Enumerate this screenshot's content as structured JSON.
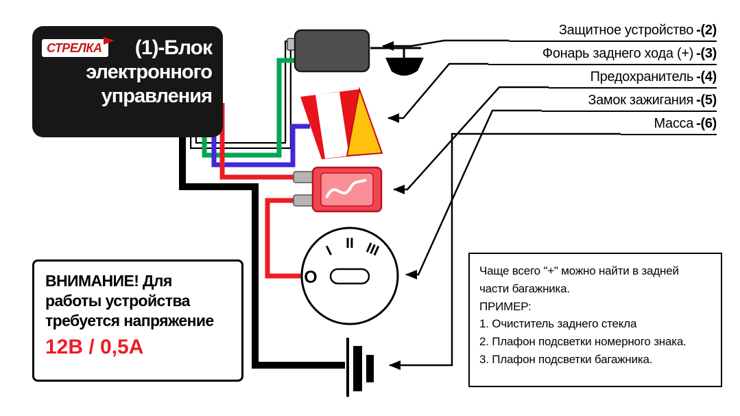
{
  "ecu_box": {
    "logo": "СТРЕЛКА",
    "title_lines": [
      "(1)-Блок",
      "электронного",
      "управления"
    ]
  },
  "labels": [
    {
      "name": "Защитное устройство",
      "ref": "-(2)"
    },
    {
      "name": "Фонарь заднего хода (+)",
      "ref": "-(3)"
    },
    {
      "name": "Предохранитель",
      "ref": "-(4)"
    },
    {
      "name": "Замок зажигания",
      "ref": "-(5)"
    },
    {
      "name": "Масса",
      "ref": "-(6)"
    }
  ],
  "warning_box": {
    "lines": [
      "ВНИМАНИЕ! Для",
      "работы устройства",
      "требуется напряжение"
    ],
    "highlight": "12В / 0,5А"
  },
  "info_box": {
    "lines": [
      "Чаще всего \"+\" можно найти в задней",
      "части багажника.",
      "ПРИМЕР:",
      "1. Очиститель заднего стекла",
      "2. Плафон подсветки номерного знака.",
      "3. Плафон подсветки багажника."
    ]
  },
  "ignition": {
    "positions": [
      "O",
      "I",
      "II",
      "III"
    ]
  },
  "colors": {
    "wire_white": "#ffffff",
    "wire_green": "#00a651",
    "wire_blue": "#4327d6",
    "wire_red": "#ed1c24",
    "wire_black": "#000000",
    "lamp_red": "#e8131b",
    "lamp_yellow": "#ffc20e",
    "accent_red": "#ed1c24"
  }
}
